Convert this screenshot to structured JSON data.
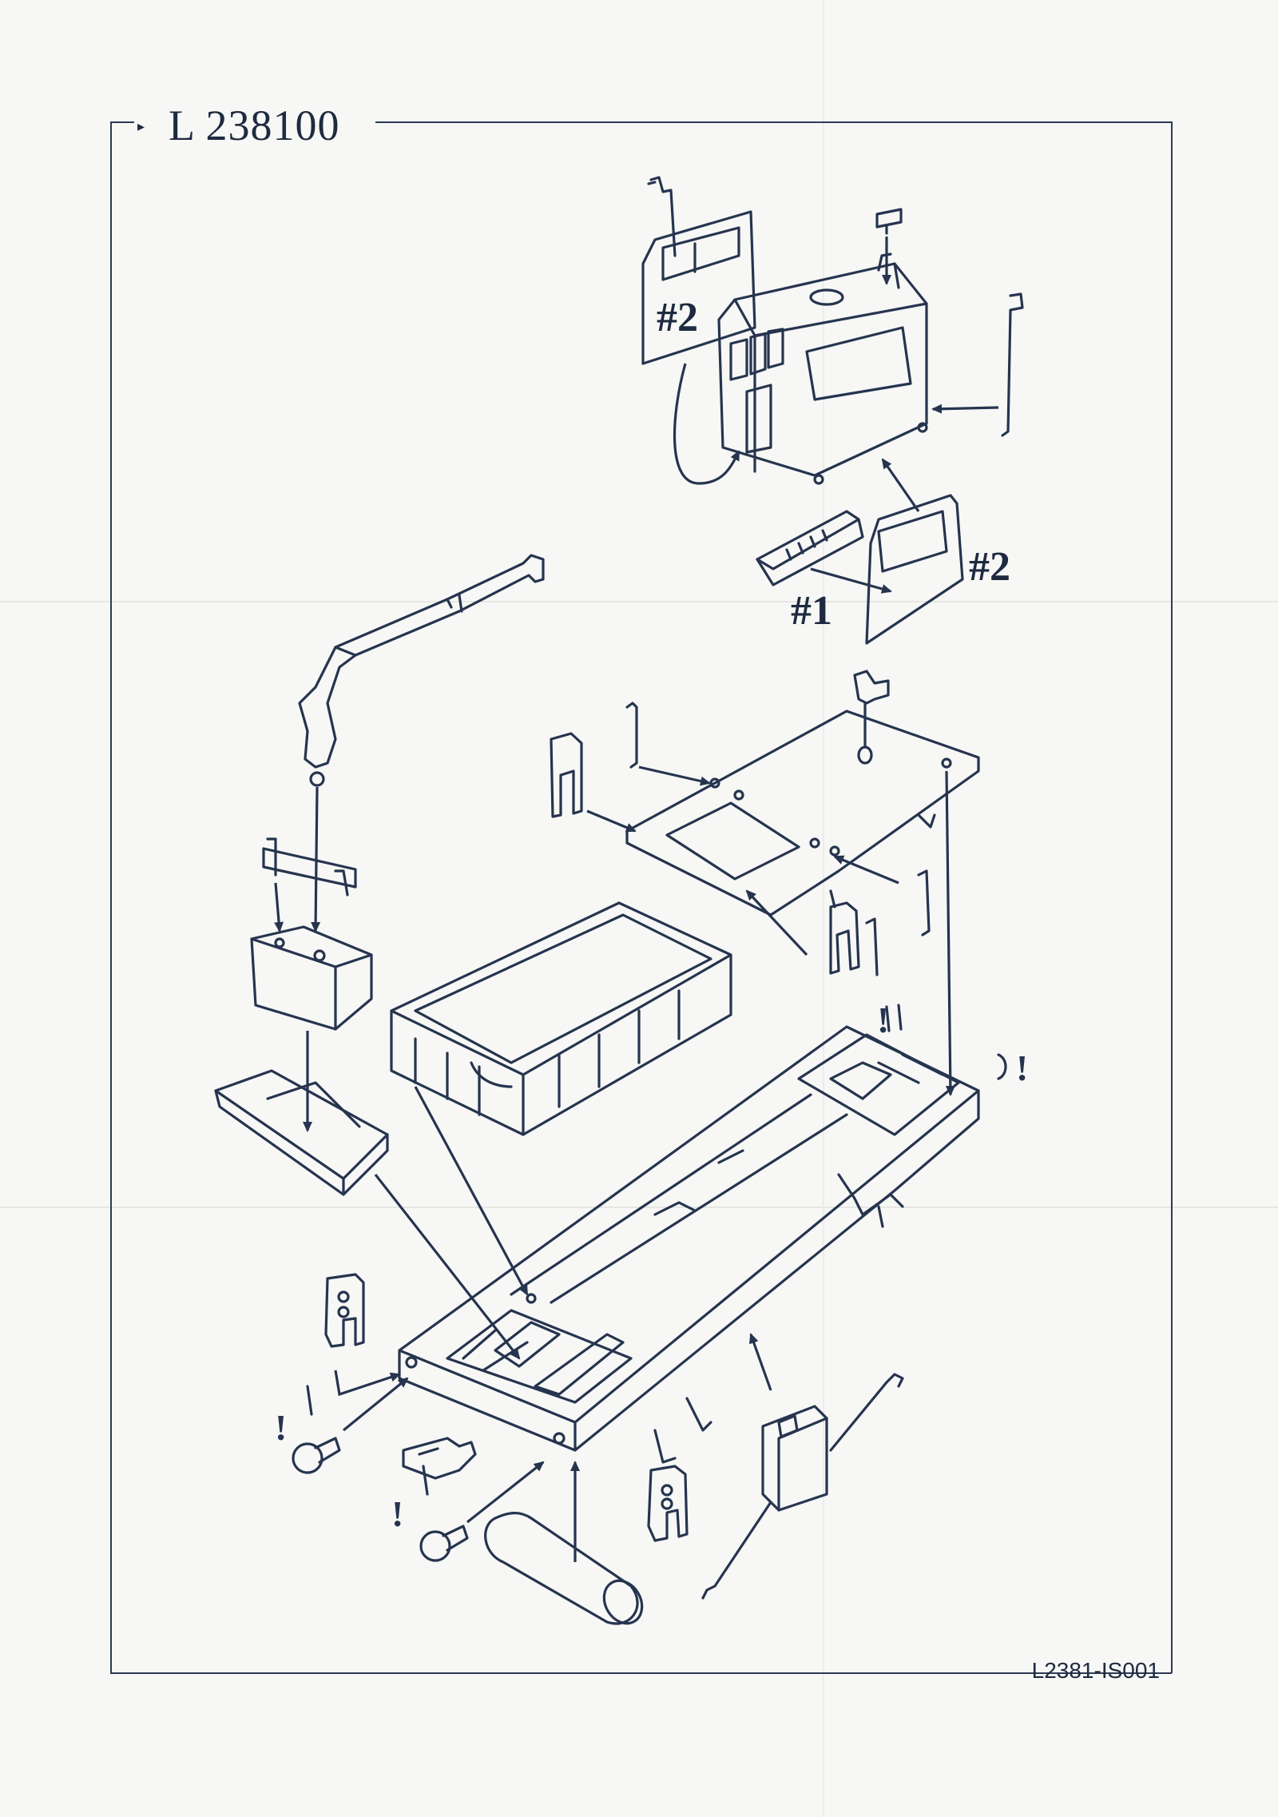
{
  "sheet": {
    "title": "L 238100",
    "document_ref": "L2381-IS001",
    "ink_color": "#26344f",
    "paper_color": "#f7f7f5"
  },
  "callouts": {
    "cab_door_left": "#2",
    "cab_door_right": "#2",
    "cab_step": "#1"
  },
  "warning_mark": "!",
  "icons": {
    "arrow": "assembly-arrow",
    "warning": "exclamation-mark"
  }
}
